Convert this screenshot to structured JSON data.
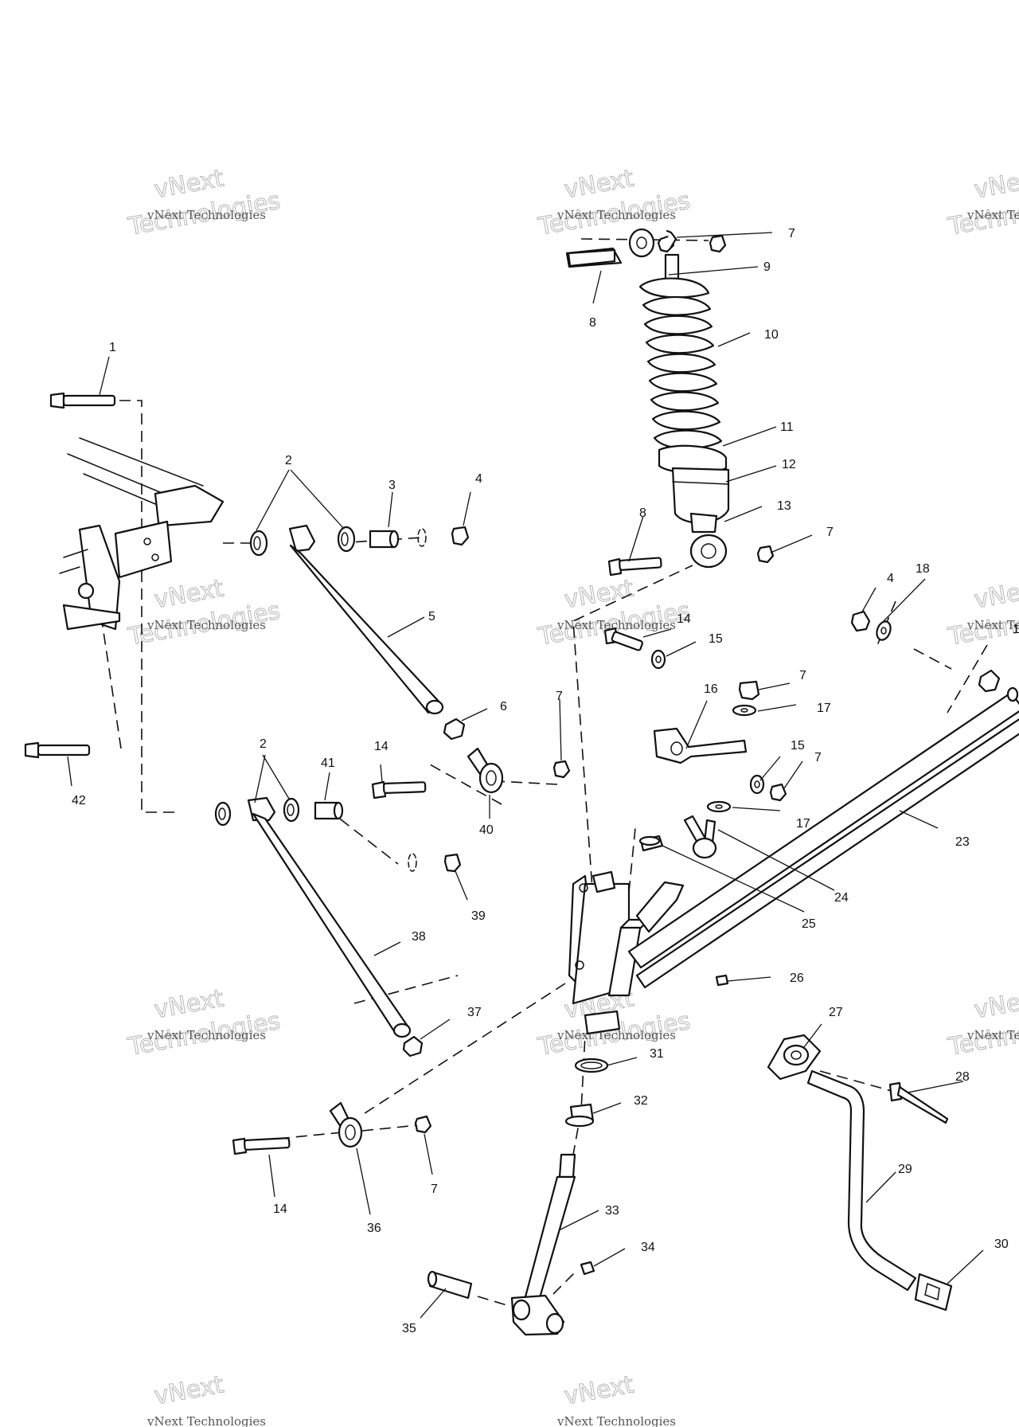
{
  "watermark": {
    "line_small": "vNext Technologies",
    "line_outline_top": "vNext",
    "line_outline_bottom": "Technologies",
    "color": "#b5b5b5"
  },
  "callouts": [
    {
      "id": "c1",
      "text": "1"
    },
    {
      "id": "c2a",
      "text": "2"
    },
    {
      "id": "c3",
      "text": "3"
    },
    {
      "id": "c4a",
      "text": "4"
    },
    {
      "id": "c5",
      "text": "5"
    },
    {
      "id": "c6",
      "text": "6"
    },
    {
      "id": "c7a",
      "text": "7"
    },
    {
      "id": "c8a",
      "text": "8"
    },
    {
      "id": "c9",
      "text": "9"
    },
    {
      "id": "c10",
      "text": "10"
    },
    {
      "id": "c11",
      "text": "11"
    },
    {
      "id": "c12",
      "text": "12"
    },
    {
      "id": "c13",
      "text": "13"
    },
    {
      "id": "c8b",
      "text": "8"
    },
    {
      "id": "c7b",
      "text": "7"
    },
    {
      "id": "c4b",
      "text": "4"
    },
    {
      "id": "c18",
      "text": "18"
    },
    {
      "id": "c14a",
      "text": "14"
    },
    {
      "id": "c15a",
      "text": "15"
    },
    {
      "id": "c7c",
      "text": "7"
    },
    {
      "id": "c16",
      "text": "16"
    },
    {
      "id": "c17a",
      "text": "17"
    },
    {
      "id": "c7d",
      "text": "7"
    },
    {
      "id": "c15b",
      "text": "15"
    },
    {
      "id": "c7e",
      "text": "7"
    },
    {
      "id": "c17b",
      "text": "17"
    },
    {
      "id": "c2b",
      "text": "2"
    },
    {
      "id": "c41",
      "text": "41"
    },
    {
      "id": "c14b",
      "text": "14"
    },
    {
      "id": "c40",
      "text": "40"
    },
    {
      "id": "c42",
      "text": "42"
    },
    {
      "id": "c39",
      "text": "39"
    },
    {
      "id": "c23",
      "text": "23"
    },
    {
      "id": "c24",
      "text": "24"
    },
    {
      "id": "c25",
      "text": "25"
    },
    {
      "id": "c38",
      "text": "38"
    },
    {
      "id": "c26",
      "text": "26"
    },
    {
      "id": "c37",
      "text": "37"
    },
    {
      "id": "c27",
      "text": "27"
    },
    {
      "id": "c31",
      "text": "31"
    },
    {
      "id": "c28",
      "text": "28"
    },
    {
      "id": "c32",
      "text": "32"
    },
    {
      "id": "c14c",
      "text": "14"
    },
    {
      "id": "c7f",
      "text": "7"
    },
    {
      "id": "c36",
      "text": "36"
    },
    {
      "id": "c29",
      "text": "29"
    },
    {
      "id": "c33",
      "text": "33"
    },
    {
      "id": "c34",
      "text": "34"
    },
    {
      "id": "c30",
      "text": "30"
    },
    {
      "id": "c35",
      "text": "35"
    },
    {
      "id": "c1r",
      "text": "1"
    }
  ]
}
